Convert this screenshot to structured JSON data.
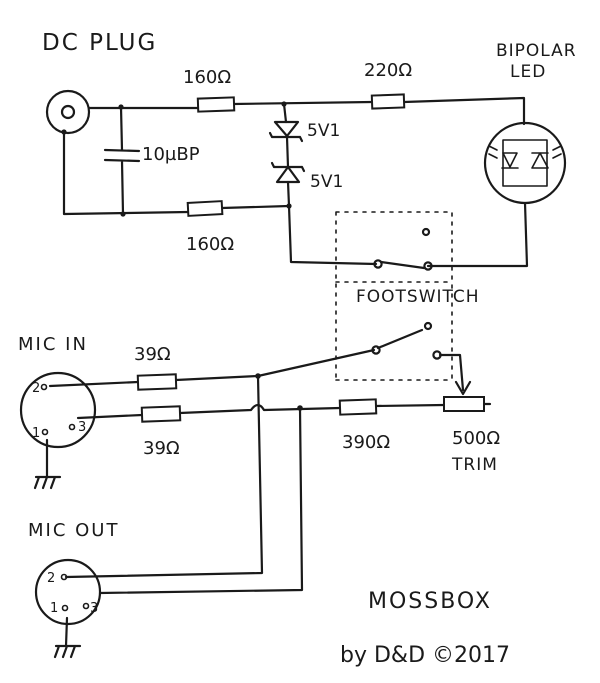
{
  "labels": {
    "dc_plug": "DC PLUG",
    "r_160_top": "160Ω",
    "r_220": "220Ω",
    "bipolar_led": "BIPOLAR",
    "led": "LED",
    "zener_top": "5V1",
    "zener_bottom": "5V1",
    "capacitor": "10µBP",
    "r_160_bottom": "160Ω",
    "footswitch": "FOOTSWITCH",
    "mic_in": "MIC IN",
    "r_39_top": "39Ω",
    "r_39_bottom": "39Ω",
    "r_390": "390Ω",
    "trim_value": "500Ω",
    "trim": "TRIM",
    "mic_out": "MIC OUT",
    "pin_2_in": "2",
    "pin_1_in": "1",
    "pin_3_in": "3",
    "pin_2_out": "2",
    "pin_1_out": "1",
    "pin_3_out": "3",
    "title": "MOSSBOX",
    "credit": "by D&D ©2017"
  }
}
